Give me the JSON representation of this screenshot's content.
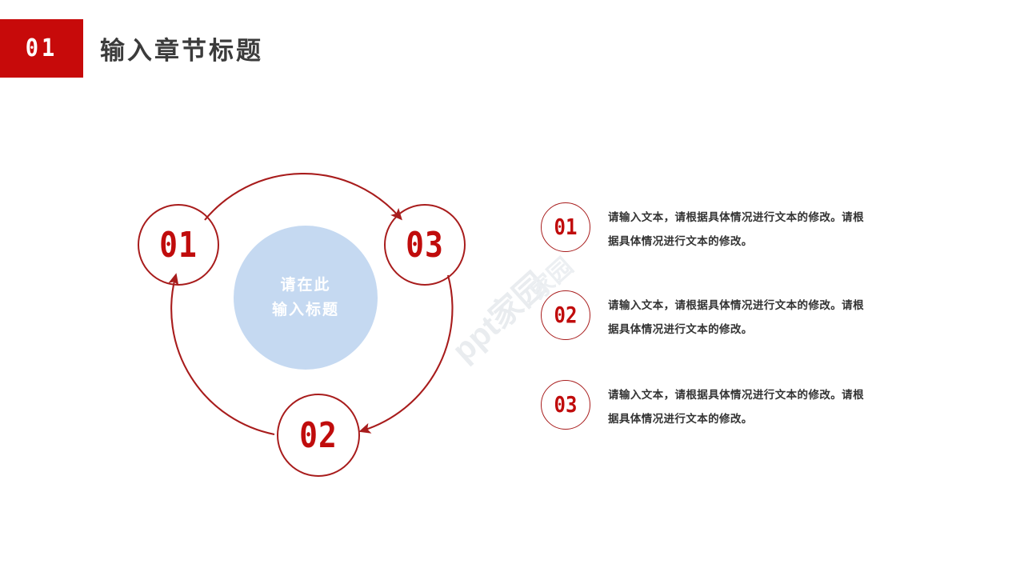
{
  "header": {
    "badge_number": "01",
    "title": "输入章节标题"
  },
  "watermark": {
    "main": "ppt家园",
    "secondary": "家园"
  },
  "cycle": {
    "center": {
      "line1": "请在此",
      "line2": "输入标题"
    },
    "nodes": [
      {
        "id": "node-01",
        "number": "01"
      },
      {
        "id": "node-02",
        "number": "02"
      },
      {
        "id": "node-03",
        "number": "03"
      }
    ]
  },
  "info_list": [
    {
      "number": "01",
      "text": "请输入文本，请根据具体情况进行文本的修改。请根据具体情况进行文本的修改。"
    },
    {
      "number": "02",
      "text": "请输入文本，请根据具体情况进行文本的修改。请根据具体情况进行文本的修改。"
    },
    {
      "number": "03",
      "text": "请输入文本，请根据具体情况进行文本的修改。请根据具体情况进行文本的修改。"
    }
  ],
  "colors": {
    "brand_red": "#c70a0a",
    "outline_red": "#a81c1c",
    "number_red": "#c00c0c",
    "center_blue": "#c5d9f1",
    "title_gray": "#3b3b3b",
    "body_gray": "#333333",
    "watermark_gray": "#e9ecef"
  }
}
